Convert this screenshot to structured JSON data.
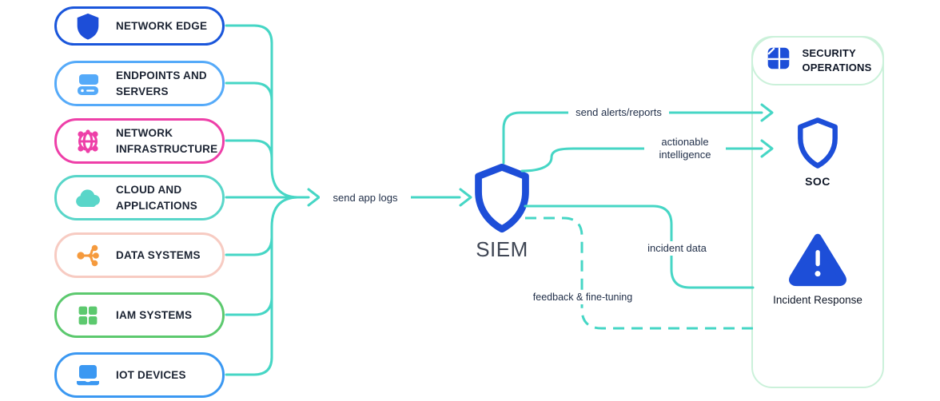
{
  "colors": {
    "connector_teal": "#46d6c5",
    "primary_blue": "#1d4ed8",
    "panel_border_mint": "#cbf1da",
    "box_text": "#1c2433",
    "siem_label_gray": "#3f4654"
  },
  "sources": [
    {
      "label": "NETWORK EDGE",
      "icon": "shield-icon",
      "border_color": "#1a56db",
      "icon_color": "#1d4ed8"
    },
    {
      "label": "ENDPOINTS AND SERVERS",
      "icon": "servers-icon",
      "border_color": "#55aaf9",
      "icon_color": "#55aaf9"
    },
    {
      "label": "NETWORK INFRASTRUCTURE",
      "icon": "network-globe-icon",
      "border_color": "#ee3fa8",
      "icon_color": "#ee3fa8"
    },
    {
      "label": "CLOUD AND APPLICATIONS",
      "icon": "cloud-icon",
      "border_color": "#59d6c9",
      "icon_color": "#59d6c9"
    },
    {
      "label": "DATA SYSTEMS",
      "icon": "data-flow-icon",
      "border_color": "#f7cbc2",
      "icon_color": "#f59a3d"
    },
    {
      "label": "IAM SYSTEMS",
      "icon": "grid-icon",
      "border_color": "#5cc96e",
      "icon_color": "#5cc96e"
    },
    {
      "label": "IOT DEVICES",
      "icon": "laptop-icon",
      "border_color": "#3b98f2",
      "icon_color": "#3b98f2"
    }
  ],
  "flow_labels": {
    "send_app_logs": "send app logs",
    "send_alerts_reports": "send alerts/reports",
    "actionable_intelligence": "actionable intelligence",
    "incident_data": "incident data",
    "feedback_fine_tuning": "feedback & fine-tuning"
  },
  "siem": {
    "label": "SIEM"
  },
  "security_operations": {
    "header": "SECURITY OPERATIONS",
    "soc_label": "SOC",
    "incident_response_label": "Incident Response"
  }
}
